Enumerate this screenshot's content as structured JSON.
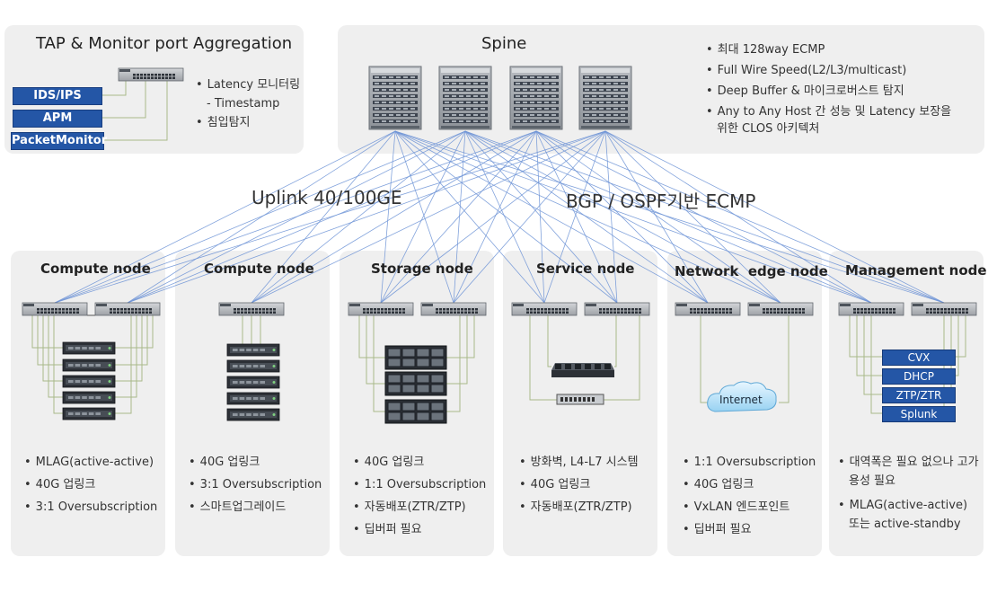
{
  "tap": {
    "title": "TAP & Monitor port Aggregation",
    "buttons": [
      "IDS/IPS",
      "APM",
      "PacketMonitor"
    ],
    "bullets": [
      "Latency 모니터링",
      "- Timestamp",
      "침입탐지"
    ]
  },
  "spine": {
    "title": "Spine",
    "bullets": [
      "최대 128way ECMP",
      "Full Wire Speed(L2/L3/multicast)",
      "Deep Buffer & 마이크로버스트 탐지",
      "Any to Any Host 간 성능 및 Latency 보장을",
      "위한 CLOS 아키텍처"
    ]
  },
  "labels": {
    "uplink": "Uplink 40/100GE",
    "routing": "BGP / OSPF기반 ECMP"
  },
  "nodes": [
    {
      "title": "Compute node",
      "bullets": [
        "MLAG(active-active)",
        "40G 업링크",
        "3:1 Oversubscription"
      ]
    },
    {
      "title": "Compute node",
      "bullets": [
        "40G 업링크",
        "3:1 Oversubscription",
        "스마트업그레이드"
      ]
    },
    {
      "title": "Storage node",
      "bullets": [
        "40G 업링크",
        "1:1 Oversubscription",
        "자동배포(ZTR/ZTP)",
        "딥버퍼 필요"
      ]
    },
    {
      "title": "Service node",
      "bullets": [
        "방화벽, L4-L7 시스템",
        "40G 업링크",
        "자동배포(ZTR/ZTP)"
      ]
    },
    {
      "title": "Network  edge node",
      "bullets": [
        "1:1 Oversubscription",
        "40G 업링크",
        "VxLAN 엔드포인트",
        "딥버퍼 필요"
      ]
    },
    {
      "title": "Management node",
      "bullets": [
        "대역폭은 필요 없으나 고가",
        "용성 필요",
        "MLAG(active-active)",
        "또는 active-standby"
      ]
    }
  ],
  "internet_label": "Internet",
  "mgmt_services": [
    "CVX",
    "DHCP",
    "ZTP/ZTR",
    "Splunk"
  ],
  "colors": {
    "panel": "#efefef",
    "wire": "#6d93d6",
    "button": "#2456a6",
    "cable": "#a9b98a"
  }
}
